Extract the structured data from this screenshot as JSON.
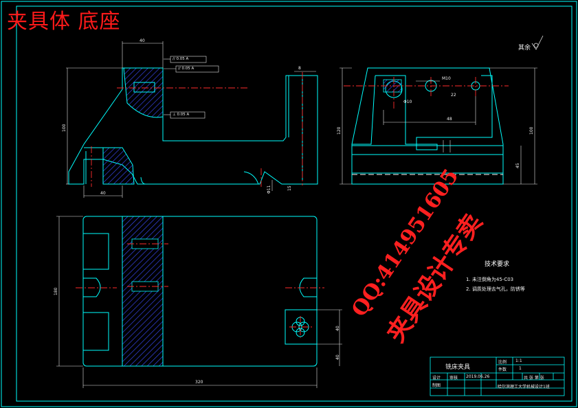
{
  "drawing_title": "夹具体 底座",
  "rough_note": "其余",
  "watermark": {
    "qq": "QQ:414951605",
    "service": "夹具设计专卖"
  },
  "technical_requirements": {
    "title": "技术要求",
    "items": [
      "1. 未注倒角为45-C03",
      "2. 调质处理去气孔，防锈等"
    ]
  },
  "title_block": {
    "part_name": "铣床夹具",
    "scale_label": "比例",
    "scale": "1:1",
    "sheet_label": "件数",
    "sheet": "1",
    "design": "设计",
    "check": "审核",
    "date": "2019.06.26",
    "drawing_no": "共 张 第 张",
    "school": "哈尔滨理工大学机械设计1班",
    "drawn": "制图"
  },
  "dimensions": {
    "top_40": "40",
    "tol1": "// 0.05 A",
    "tol2": "// 0.05 A",
    "tol3": "⊥ 0.05 A",
    "left_height": "100",
    "bottom_40": "40",
    "right_small": "8",
    "right_phi": "Φ11",
    "right_15": "15",
    "side_height": "120",
    "side_height2": "100",
    "side_m10": "M10",
    "side_phi": "Φ10",
    "side_22": "22",
    "side_48": "48",
    "side_45": "45",
    "plan_height": "180",
    "plan_width": "320",
    "plan_40a": "40",
    "plan_40b": "40"
  },
  "colors": {
    "outline": "#00ffff",
    "hatch": "#3c4cff",
    "center": "#ff2d2d",
    "frame": "#00ffff",
    "text": "#ffffff"
  }
}
